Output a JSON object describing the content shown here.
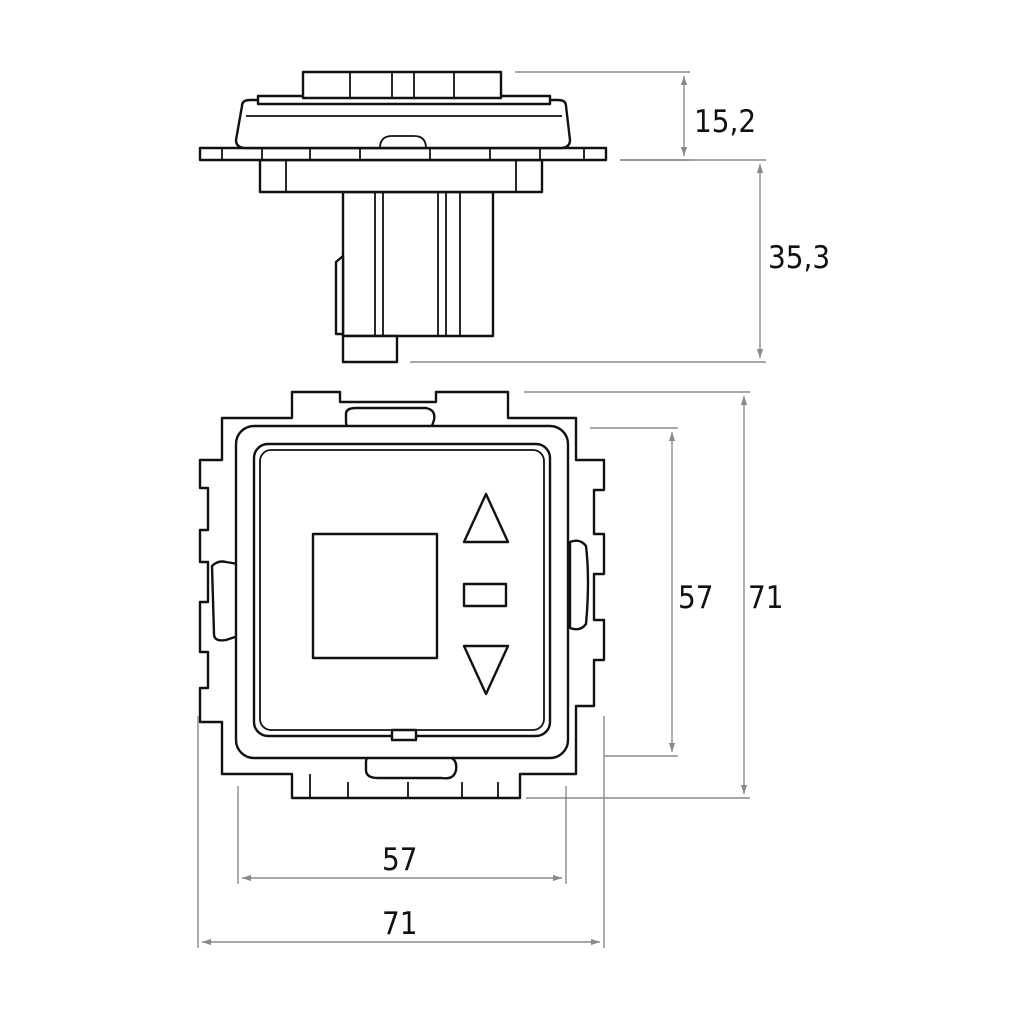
{
  "dimensions": {
    "front_height": "15,2",
    "depth": "35,3",
    "inner_height": "57",
    "outer_height": "71",
    "inner_width": "57",
    "outer_width": "71"
  },
  "colors": {
    "line": "#111111",
    "dimension_line": "#8a8a8a",
    "background": "#ffffff"
  },
  "icons": {
    "up": "triangle-up-icon",
    "stop": "rectangle-stop-icon",
    "down": "triangle-down-icon"
  }
}
